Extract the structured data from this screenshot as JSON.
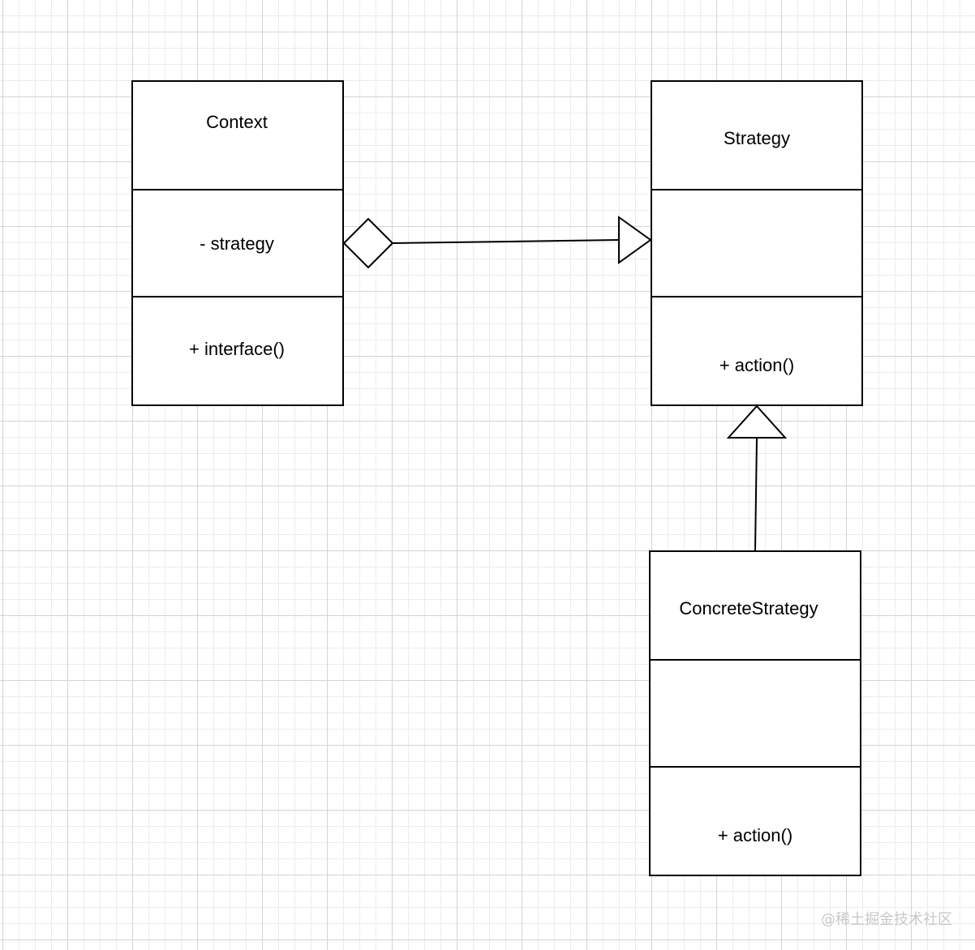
{
  "classes": {
    "context": {
      "name": "Context",
      "attribute": "- strategy",
      "method": "+ interface()"
    },
    "strategy": {
      "name": "Strategy",
      "attribute": "",
      "method": "+ action()"
    },
    "concrete_strategy": {
      "name": "ConcreteStrategy",
      "attribute": "",
      "method": "+ action()"
    }
  },
  "relations": [
    {
      "type": "aggregation",
      "from": "Context",
      "to": "Strategy"
    },
    {
      "type": "generalization",
      "from": "ConcreteStrategy",
      "to": "Strategy"
    }
  ],
  "watermark": "@稀土掘金技术社区",
  "colors": {
    "line": "#000000",
    "box_fill": "#ffffff",
    "grid_major": "#d4d4d4",
    "grid_minor": "#ececec",
    "watermark": "#c8c8c8"
  }
}
